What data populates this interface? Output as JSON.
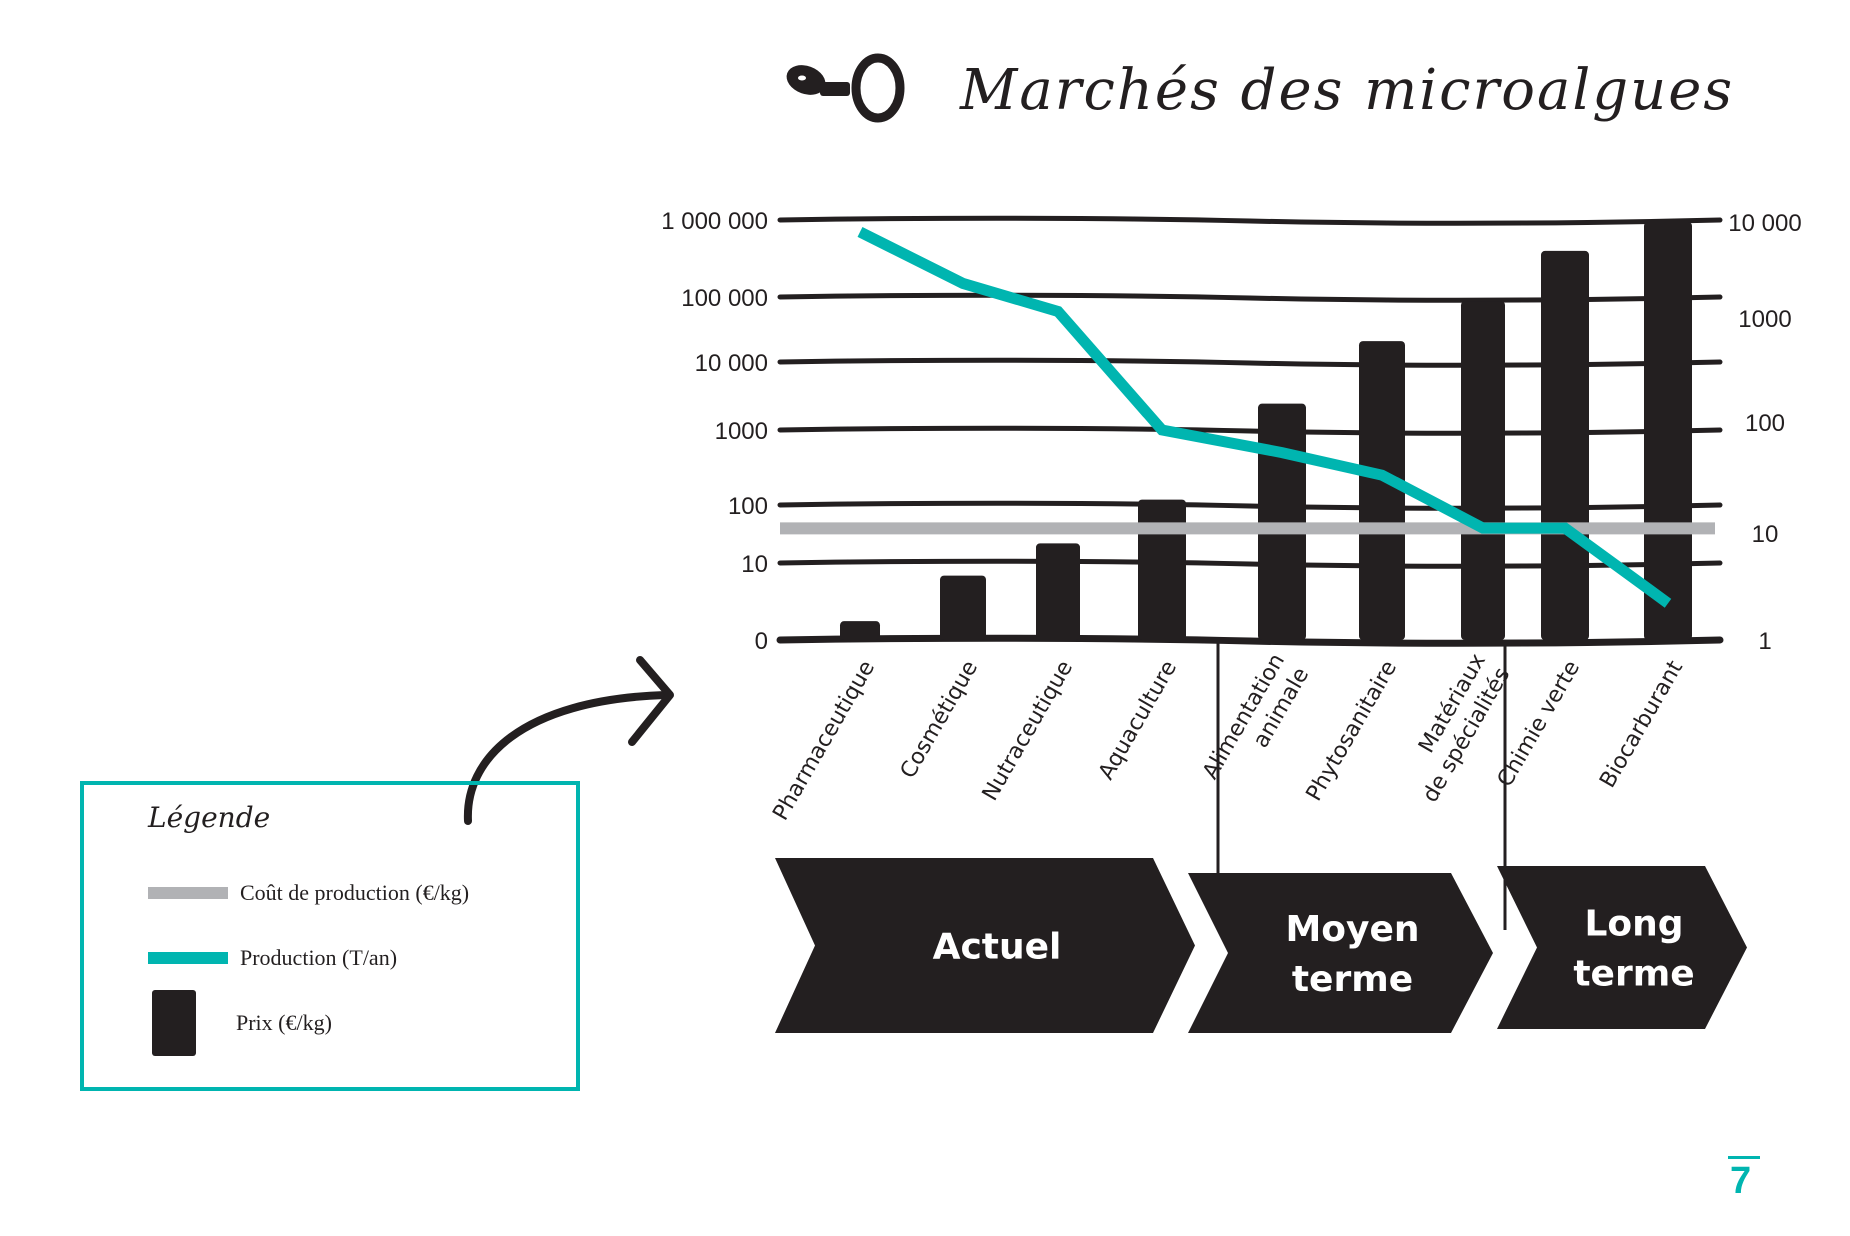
{
  "title": "Marchés des microalgues",
  "legend": {
    "title": "Légende",
    "items": [
      {
        "label": "Coût de production (€/kg)",
        "color": "#b1b2b5",
        "kind": "line"
      },
      {
        "label": "Production (T/an)",
        "color": "#00b5b0",
        "kind": "line"
      },
      {
        "label": "Prix (€/kg)",
        "color": "#231f20",
        "kind": "bar"
      }
    ]
  },
  "phases": [
    {
      "label_lines": [
        "Actuel"
      ]
    },
    {
      "label_lines": [
        "Moyen",
        "terme"
      ]
    },
    {
      "label_lines": [
        "Long",
        "terme"
      ]
    }
  ],
  "page_number": "7",
  "chart_data": {
    "type": "bar",
    "title": "Marchés des microalgues",
    "categories": [
      "Pharmaceutique",
      "Cosmétique",
      "Nutraceutique",
      "Aquaculture",
      "Alimentation animale",
      "Phytosanitaire",
      "Matériaux de spécialités",
      "Chimie verte",
      "Biocarburant"
    ],
    "category_label_lines": [
      [
        "Pharmaceutique"
      ],
      [
        "Cosmétique"
      ],
      [
        "Nutraceutique"
      ],
      [
        "Aquaculture"
      ],
      [
        "Alimentation",
        "animale"
      ],
      [
        "Phytosanitaire"
      ],
      [
        "Matériaux",
        "de spécialités"
      ],
      [
        "Chimie verte"
      ],
      [
        "Biocarburant"
      ]
    ],
    "left_axis": {
      "ticks": [
        "0",
        "10",
        "100",
        "1000",
        "10 000",
        "100 000",
        "1 000 000"
      ],
      "scale": "log"
    },
    "right_axis": {
      "ticks": [
        "1",
        "10",
        "100",
        "1000",
        "10 000"
      ],
      "scale": "log",
      "ylim": [
        1,
        10000
      ]
    },
    "series": [
      {
        "name": "Prix (€/kg)",
        "type": "bar",
        "axis": "right",
        "values": [
          1.5,
          4,
          8,
          20,
          150,
          600,
          1500,
          5000,
          10000
        ]
      },
      {
        "name": "Production (T/an)",
        "type": "line",
        "axis": "left",
        "values": [
          700000,
          150000,
          60000,
          1000,
          500,
          250,
          40,
          40,
          3
        ]
      },
      {
        "name": "Coût de production (€/kg)",
        "type": "hline",
        "axis": "right",
        "value": 11
      }
    ],
    "phase_groups": [
      {
        "label": "Actuel",
        "categories": [
          "Pharmaceutique",
          "Cosmétique",
          "Nutraceutique",
          "Aquaculture"
        ]
      },
      {
        "label": "Moyen terme",
        "categories": [
          "Alimentation animale",
          "Phytosanitaire",
          "Matériaux de spécialités"
        ]
      },
      {
        "label": "Long terme",
        "categories": [
          "Chimie verte",
          "Biocarburant"
        ]
      }
    ],
    "grid": true,
    "legend_position": "bottom-left"
  }
}
